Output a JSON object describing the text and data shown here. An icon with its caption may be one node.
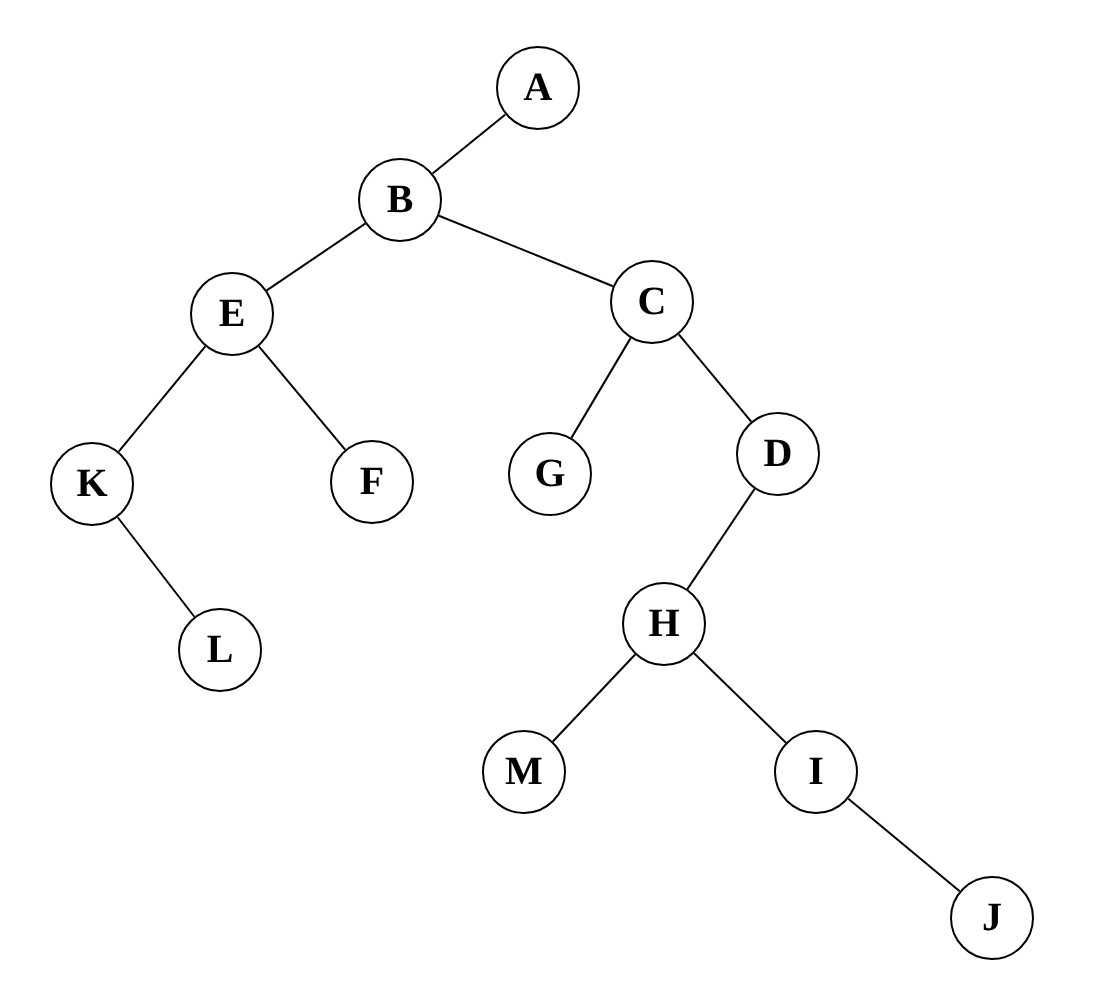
{
  "diagram": {
    "nodes": [
      {
        "text": [
          "A"
        ]
      },
      {
        "text": [
          "B"
        ]
      },
      {
        "text": [
          "E"
        ]
      },
      {
        "text": [
          "C"
        ]
      },
      {
        "text": [
          "K"
        ]
      },
      {
        "text": [
          "F"
        ]
      },
      {
        "text": [
          "G"
        ]
      },
      {
        "text": [
          "D"
        ]
      },
      {
        "text": [
          "L"
        ]
      },
      {
        "text": [
          "H"
        ]
      },
      {
        "text": [
          "M"
        ]
      },
      {
        "text": [
          "I"
        ]
      },
      {
        "text": [
          "J"
        ]
      }
    ],
    "edges": [
      {
        "from": 0,
        "to": 1,
        "arrow": "none"
      },
      {
        "from": 1,
        "to": 2,
        "arrow": "none"
      },
      {
        "from": 1,
        "to": 3,
        "arrow": "none"
      },
      {
        "from": 2,
        "to": 4,
        "arrow": "none"
      },
      {
        "from": 2,
        "to": 5,
        "arrow": "none"
      },
      {
        "from": 3,
        "to": 6,
        "arrow": "none"
      },
      {
        "from": 3,
        "to": 7,
        "arrow": "none"
      },
      {
        "from": 4,
        "to": 8,
        "arrow": "none"
      },
      {
        "from": 7,
        "to": 9,
        "arrow": "none"
      },
      {
        "from": 9,
        "to": 10,
        "arrow": "none"
      },
      {
        "from": 9,
        "to": 11,
        "arrow": "none"
      },
      {
        "from": 11,
        "to": 12,
        "arrow": "none"
      }
    ]
  }
}
